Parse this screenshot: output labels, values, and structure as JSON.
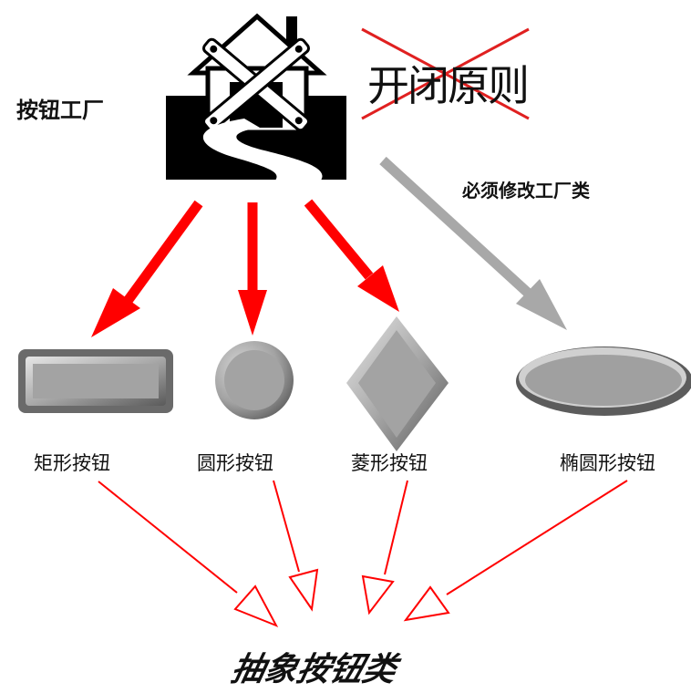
{
  "factory": {
    "label": "按钮工厂"
  },
  "principle": {
    "label": "开闭原则"
  },
  "modify_note": "必须修改工厂类",
  "buttons": [
    {
      "label": "矩形按钮",
      "shape": "rectangle"
    },
    {
      "label": "圆形按钮",
      "shape": "circle"
    },
    {
      "label": "菱形按钮",
      "shape": "diamond"
    },
    {
      "label": "椭圆形按钮",
      "shape": "ellipse"
    }
  ],
  "abstract_class": {
    "label": "抽象按钮类"
  },
  "colors": {
    "red_arrow": "#ff0000",
    "gray_arrow": "#a8a8a8",
    "shape_fill": "#a0a0a0",
    "cross": "#e02020"
  }
}
